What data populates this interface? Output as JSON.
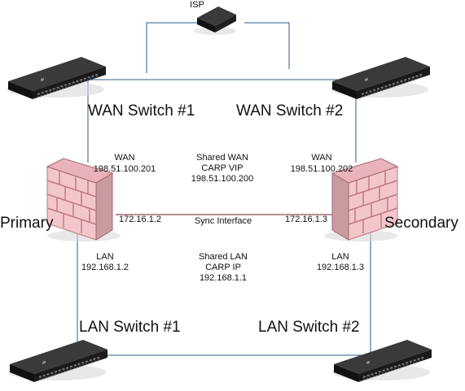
{
  "isp": {
    "label": "ISP"
  },
  "wan_switches": [
    {
      "label": "WAN Switch #1"
    },
    {
      "label": "WAN Switch #2"
    }
  ],
  "lan_switches": [
    {
      "label": "LAN Switch #1"
    },
    {
      "label": "LAN Switch #2"
    }
  ],
  "firewalls": {
    "primary": {
      "label": "Primary",
      "wan_title": "WAN",
      "wan_ip": "198.51.100.201",
      "sync_ip": "172.16.1.2",
      "lan_title": "LAN",
      "lan_ip": "192.168.1.2"
    },
    "secondary": {
      "label": "Secondary",
      "wan_title": "WAN",
      "wan_ip": "198.51.100.202",
      "sync_ip": "172.16.1.3",
      "lan_title": "LAN",
      "lan_ip": "192.168.1.3"
    }
  },
  "shared_wan": {
    "line1": "Shared WAN",
    "line2": "CARP VIP",
    "line3": "198.51.100.200"
  },
  "sync": {
    "label": "Sync Interface"
  },
  "shared_lan": {
    "line1": "Shared LAN",
    "line2": "CARP IP",
    "line3": "192.168.1.1"
  },
  "colors": {
    "wire": "#2f5f8a",
    "sync_wire": "#6b2430",
    "firewall_brick": "#f3c6cb",
    "firewall_mortar": "#c07a84",
    "switch_body": "#222222"
  }
}
